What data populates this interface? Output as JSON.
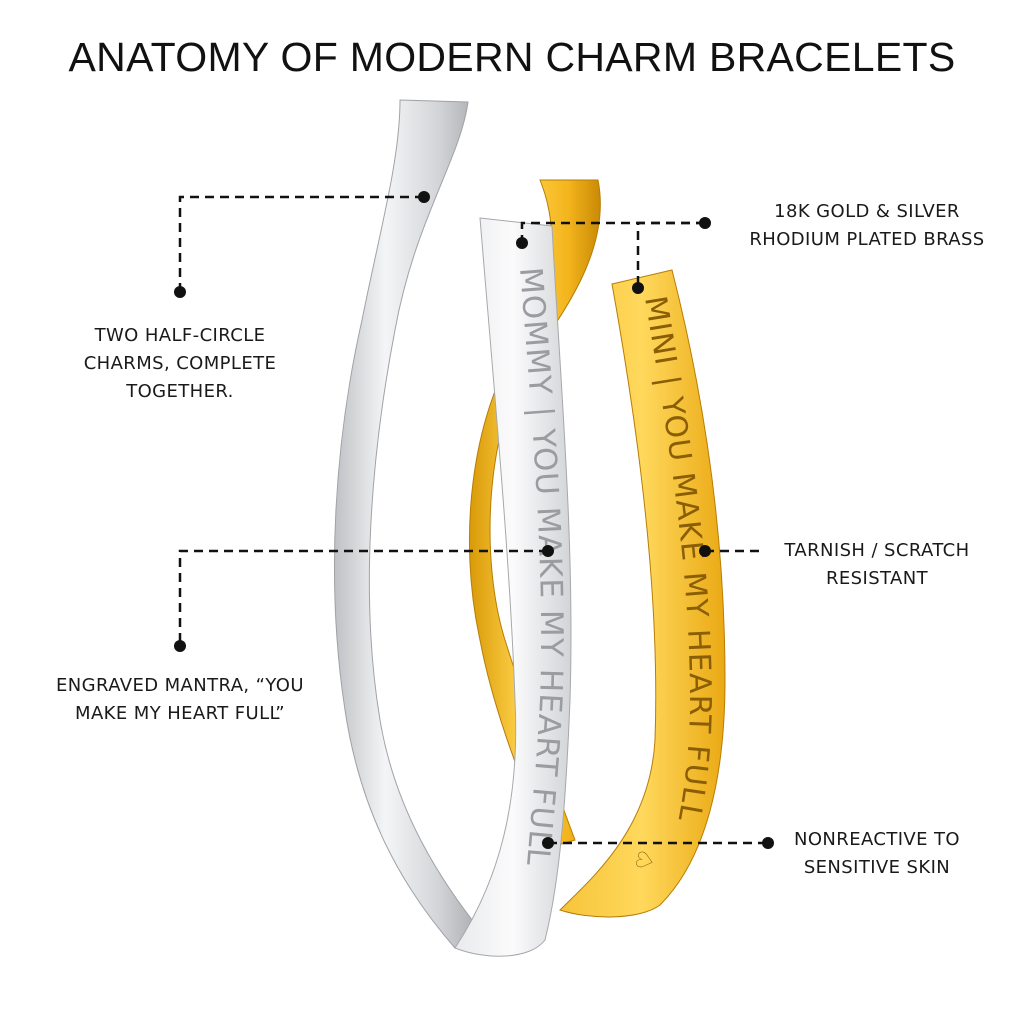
{
  "title": "ANATOMY OF MODERN CHARM BRACELETS",
  "colors": {
    "silver": "#d9dadd",
    "silver_shadow": "#a7a9ad",
    "gold": "#f2b31c",
    "gold_shadow": "#c98a06",
    "engraving": "#9a9ca0",
    "gold_engraving": "#8a5e05",
    "leader": "#111111"
  },
  "bracelets": {
    "silver_engraving": "MOMMY | YOU MAKE MY HEART FULL",
    "gold_engraving": "MINI | YOU MAKE MY HEART FULL",
    "gold_heart": "♡"
  },
  "callouts": {
    "half_circle": [
      "TWO HALF-CIRCLE",
      "CHARMS, COMPLETE",
      "TOGETHER."
    ],
    "mantra": [
      "ENGRAVED MANTRA, “YOU",
      "MAKE MY HEART FULL”"
    ],
    "material": [
      "18K GOLD & SILVER",
      "RHODIUM PLATED BRASS"
    ],
    "tarnish": [
      "TARNISH / SCRATCH",
      "RESISTANT"
    ],
    "skin": [
      "NONREACTIVE TO",
      "SENSITIVE SKIN"
    ]
  }
}
